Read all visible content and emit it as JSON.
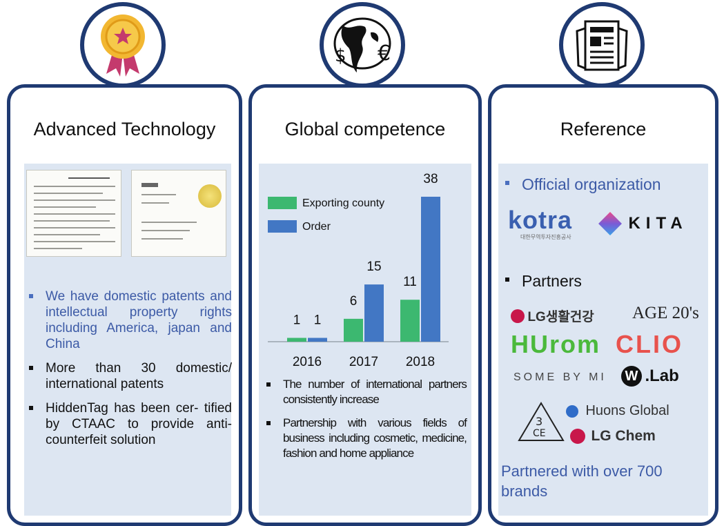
{
  "cards": [
    {
      "title": "Advanced Technology",
      "icon": "medal-icon",
      "bullets": [
        "We have domestic patents and intellectual property rights including America, japan and China",
        "More than 30 domestic/ international patents",
        "HiddenTag has been cer- tified by CTAAC to provide anti-counterfeit solution"
      ]
    },
    {
      "title": "Global competence",
      "icon": "globe-currency-icon",
      "bullets": [
        "The number of international partners consistently increase",
        "Partnership with various fields of business including cosmetic, medicine, fashion and home appliance"
      ]
    },
    {
      "title": "Reference",
      "icon": "newspaper-icon",
      "official_label": "Official organization",
      "partners_label": "Partners",
      "footer": "Partnered with over 700 brands",
      "logos": {
        "kotra": "kotra",
        "kotra_sub": "대한무역투자진흥공사",
        "kita": "KITA",
        "lg_hh": "LG생활건강",
        "age20": "AGE 20's",
        "hurom": "HUrom",
        "clio": "CLIO",
        "somebymi": "SOME BY MI",
        "wlab": ".Lab",
        "wlab_mark": "W",
        "huons": "Huons Global",
        "lgchem": "LG Chem",
        "ce_mark": "3\nCE"
      }
    }
  ],
  "colors": {
    "navy": "#1f3a72",
    "panel": "#dde6f2",
    "green": "#3cb870",
    "blue": "#4277c4",
    "bullet_blue": "#3c5aa6"
  },
  "chart_data": {
    "type": "bar",
    "categories": [
      "2016",
      "2017",
      "2018"
    ],
    "series": [
      {
        "name": "Exporting county",
        "values": [
          1,
          6,
          11
        ],
        "color": "#3cb870"
      },
      {
        "name": "Order",
        "values": [
          1,
          15,
          38
        ],
        "color": "#4277c4"
      }
    ],
    "ylim": [
      0,
      38
    ]
  }
}
